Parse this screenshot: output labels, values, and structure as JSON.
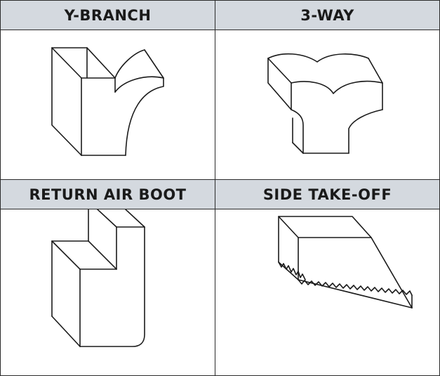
{
  "panels": [
    {
      "id": "y-branch",
      "label": "Y-BRANCH"
    },
    {
      "id": "3-way",
      "label": "3-WAY"
    },
    {
      "id": "return-air-boot",
      "label": "RETURN AIR BOOT"
    },
    {
      "id": "side-take-off",
      "label": "SIDE TAKE-OFF"
    }
  ],
  "colors": {
    "header_bg": "#d4d9df",
    "line": "#1a1a1a",
    "border": "#2b2b2b"
  }
}
